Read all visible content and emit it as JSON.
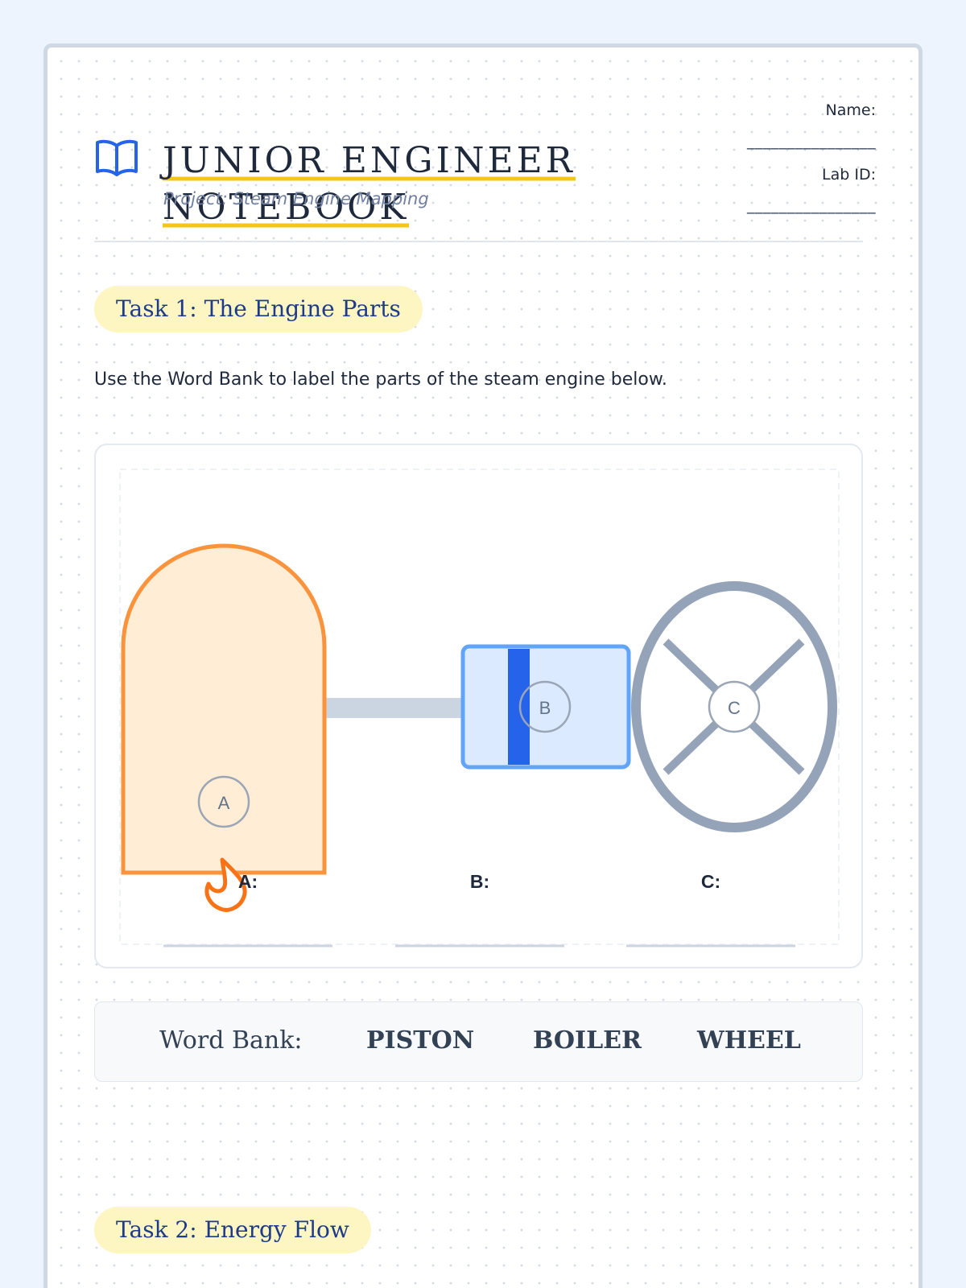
{
  "header": {
    "title_line1": "JUNIOR ENGINEER",
    "title_line2": "NOTEBOOK",
    "subtitle": "Project: Steam Engine Mapping",
    "name_label": "Name:",
    "name_blank": "________________",
    "lab_id_label": "Lab ID:",
    "lab_id_blank": "________________",
    "icon": "book-open-icon"
  },
  "task1": {
    "title": "Task 1: The Engine Parts",
    "instruction": "Use the Word Bank to label the parts of the steam engine below."
  },
  "diagram": {
    "markers": {
      "a": "A",
      "b": "B",
      "c": "C"
    },
    "answer_labels": {
      "a": "A:",
      "b": "B:",
      "c": "C:"
    },
    "flame_icon": "flame-icon",
    "colors": {
      "boiler_fill": "#ffedd5",
      "boiler_stroke": "#fb923c",
      "cylinder_fill": "#dbeafe",
      "cylinder_stroke": "#60a5fa",
      "piston": "#2563eb",
      "wheel": "#94a3b8",
      "pipe": "#cbd5e1",
      "flame": "#f97316"
    }
  },
  "word_bank": {
    "label": "Word Bank:",
    "words": [
      "PISTON",
      "BOILER",
      "WHEEL"
    ]
  },
  "task2": {
    "title": "Task 2: Energy Flow"
  }
}
